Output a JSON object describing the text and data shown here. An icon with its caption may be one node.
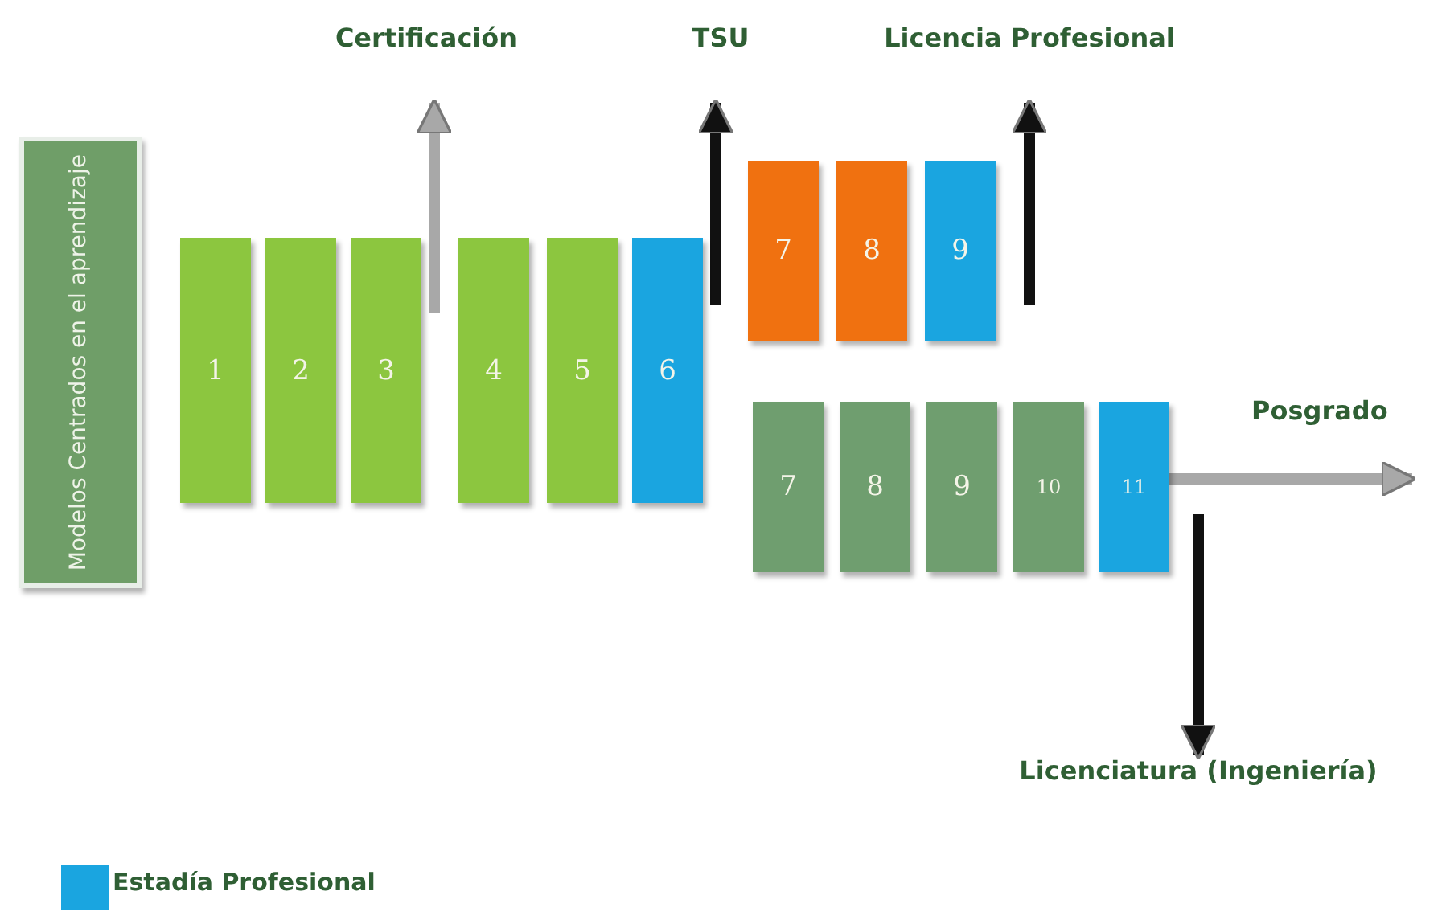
{
  "diagram": {
    "nodes": [
      {
        "text": [
          "Modelos Centrados en el aprendizaje"
        ]
      },
      {
        "text": [
          "1"
        ]
      },
      {
        "text": [
          "2"
        ]
      },
      {
        "text": [
          "3"
        ]
      },
      {
        "text": [
          "4"
        ]
      },
      {
        "text": [
          "5"
        ]
      },
      {
        "text": [
          "6"
        ]
      },
      {
        "text": [
          "7"
        ]
      },
      {
        "text": [
          "8"
        ]
      },
      {
        "text": [
          "9"
        ]
      },
      {
        "text": [
          "7"
        ]
      },
      {
        "text": [
          "8"
        ]
      },
      {
        "text": [
          "9"
        ]
      },
      {
        "text": [
          "10"
        ]
      },
      {
        "text": [
          "11"
        ]
      },
      {
        "text": [
          "Certificación"
        ]
      },
      {
        "text": [
          "TSU"
        ]
      },
      {
        "text": [
          "Licencia Profesional"
        ]
      },
      {
        "text": [
          "Licenciatura (Ingeniería)"
        ]
      }
    ],
    "edges": [
      {
        "from": 3,
        "to": 15,
        "arrow": "to",
        "color": "#a8a8a8"
      },
      {
        "from": 6,
        "to": 16,
        "arrow": "to"
      },
      {
        "from": null,
        "to": 17,
        "arrow": "to"
      },
      {
        "from": 14,
        "to": null,
        "arrow": "to",
        "label": "Posgrado",
        "color": "#a8a8a8"
      },
      {
        "from": null,
        "to": 18,
        "arrow": "to"
      }
    ],
    "legend": [
      {
        "text": "Estadía Profesional",
        "color": "#1aa5e0"
      }
    ]
  }
}
